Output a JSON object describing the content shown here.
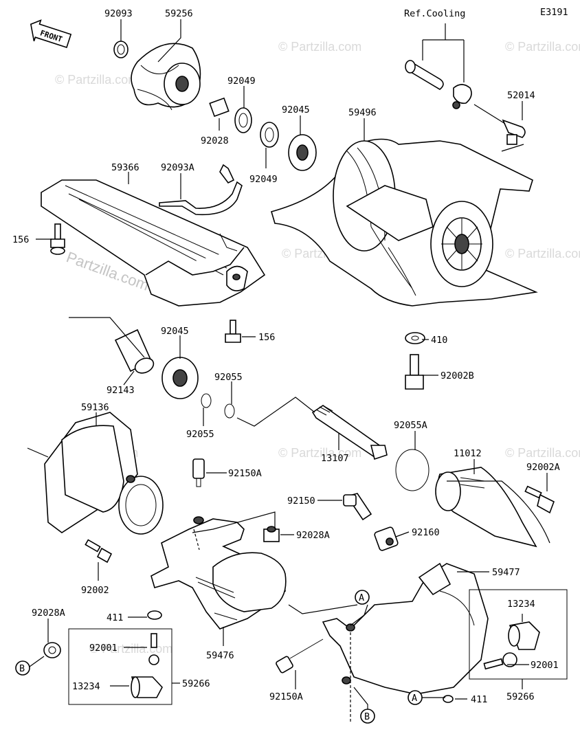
{
  "diagram_code": "E3191",
  "front_label": "FRONT",
  "ref_note": "Ref.Cooling",
  "watermark_small": "© Partzilla.com",
  "watermark_large": "Partzilla.com",
  "labels": {
    "p92093": "92093",
    "p59256": "59256",
    "p92049_top": "92049",
    "p92028": "92028",
    "p92045_top": "92045",
    "p92049_bot": "92049",
    "p59496": "59496",
    "p52014": "52014",
    "p59366": "59366",
    "p92093A": "92093A",
    "p156_left": "156",
    "p156_mid": "156",
    "p92045_mid": "92045",
    "p92143": "92143",
    "p92055_top": "92055",
    "p92055_bot": "92055",
    "p410": "410",
    "p92002B": "92002B",
    "p59136": "59136",
    "p13107": "13107",
    "p92055A": "92055A",
    "p11012": "11012",
    "p92002A": "92002A",
    "p92150A_top": "92150A",
    "p92150": "92150",
    "p92028A_mid": "92028A",
    "p92160": "92160",
    "p92002": "92002",
    "p59477": "59477",
    "p92028A_left": "92028A",
    "p411_left": "411",
    "p13234_right": "13234",
    "p92001_left": "92001",
    "p59476": "59476",
    "p92001_right": "92001",
    "p13234_left": "13234",
    "p59266_left": "59266",
    "p92150A_bot": "92150A",
    "p411_right": "411",
    "p59266_right": "59266",
    "callout_a": "A",
    "callout_b": "B"
  }
}
